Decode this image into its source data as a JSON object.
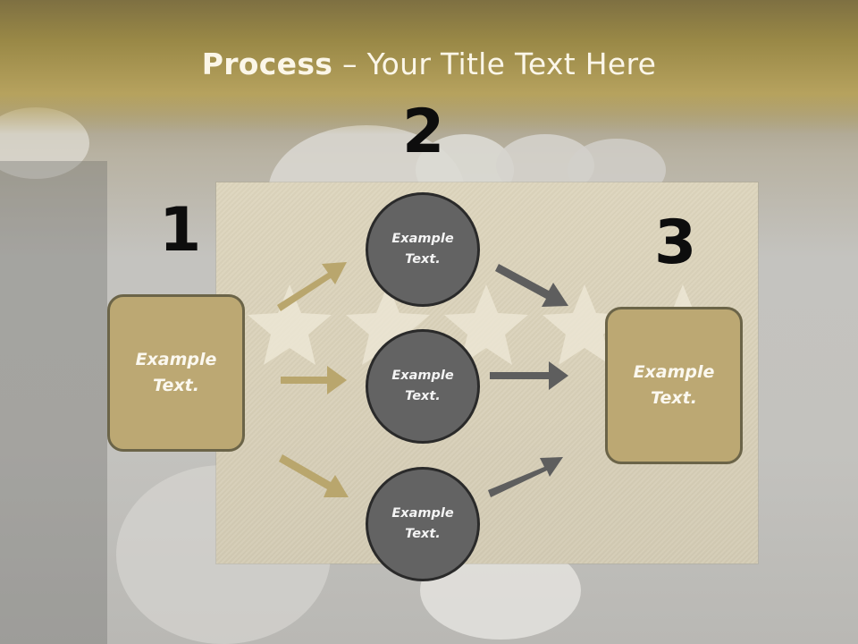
{
  "title": {
    "bold": "Process",
    "rest": " – Your Title Text Here"
  },
  "steps": {
    "one": "1",
    "two": "2",
    "three": "3"
  },
  "left_box": {
    "line1": "Example",
    "line2": "Text."
  },
  "right_box": {
    "line1": "Example",
    "line2": "Text."
  },
  "circles": [
    {
      "line1": "Example",
      "line2": "Text."
    },
    {
      "line1": "Example",
      "line2": "Text."
    },
    {
      "line1": "Example",
      "line2": "Text."
    }
  ],
  "colors": {
    "gold": "#bca873",
    "gold_arrow": "#b9a66d",
    "gray_circle": "#636363",
    "gray_arrow": "#5e5e5e",
    "header": "#a8954f"
  }
}
